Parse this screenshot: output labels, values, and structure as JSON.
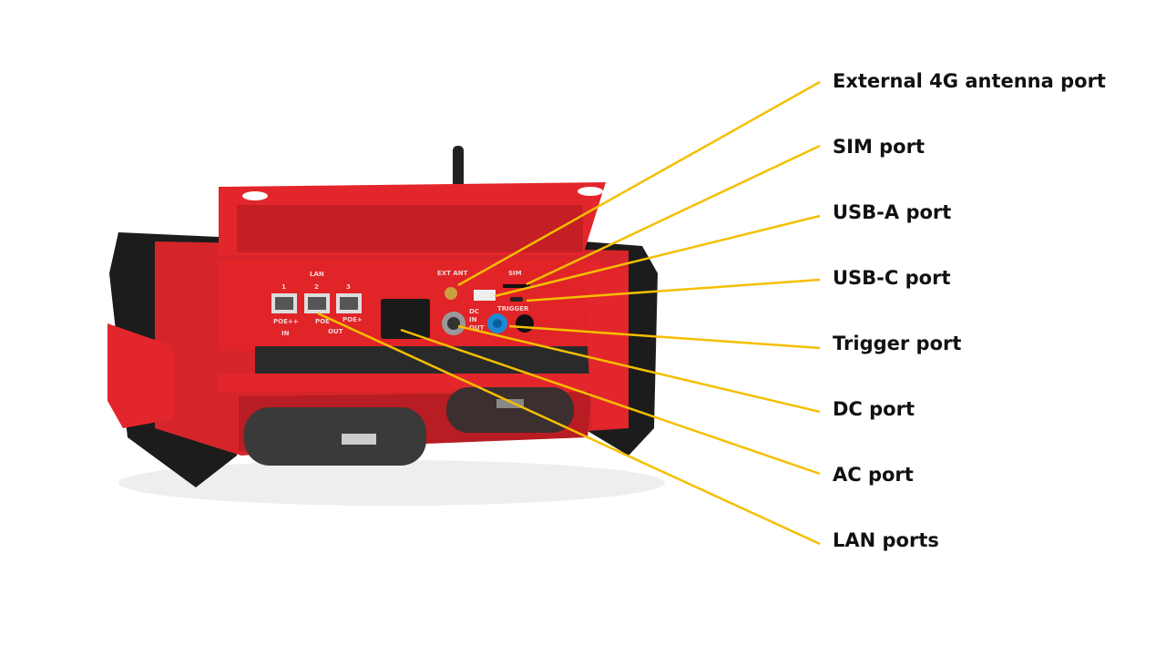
{
  "colors": {
    "leader": "#f5bf00",
    "body": "#e3262b",
    "rubber": "#1c1c1c"
  },
  "labels": [
    "External 4G antenna port",
    "SIM port",
    "USB-A port",
    "USB-C port",
    "Trigger port",
    "DC port",
    "AC port",
    "LAN ports"
  ],
  "panel": {
    "lan": "LAN",
    "p1": "1",
    "p2": "2",
    "p3": "3",
    "poe_in": "POE++",
    "in": "IN",
    "poe2": "POE",
    "poe3": "POE+",
    "out": "OUT",
    "ext_ant": "EXT ANT",
    "sim": "SIM",
    "dc": "DC",
    "dc_in": "IN",
    "dc_out": "OUT",
    "trigger": "TRIGGER"
  }
}
